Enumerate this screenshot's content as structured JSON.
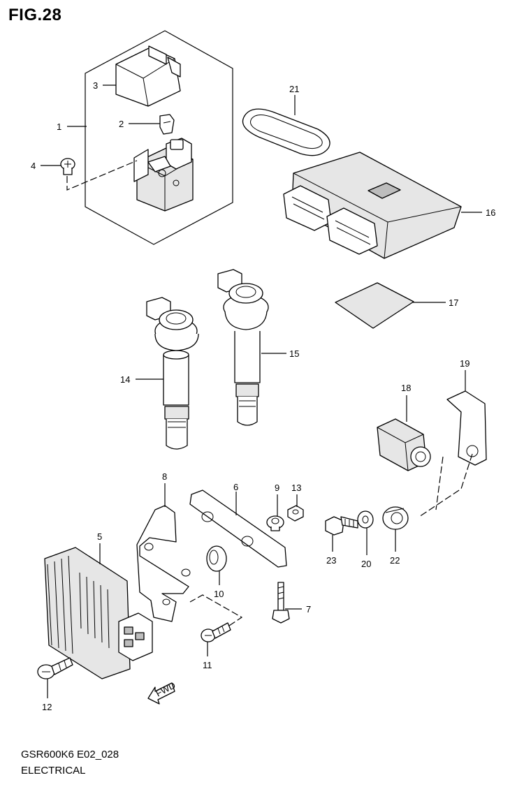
{
  "figure_title": "FIG.28",
  "footer": {
    "code": "GSR600K6 E02_028",
    "name": "ELECTRICAL"
  },
  "fwd_label": "FWD",
  "callouts": [
    "1",
    "2",
    "3",
    "4",
    "5",
    "6",
    "7",
    "8",
    "9",
    "10",
    "11",
    "12",
    "13",
    "14",
    "15",
    "16",
    "17",
    "18",
    "19",
    "20",
    "21",
    "22",
    "23"
  ]
}
